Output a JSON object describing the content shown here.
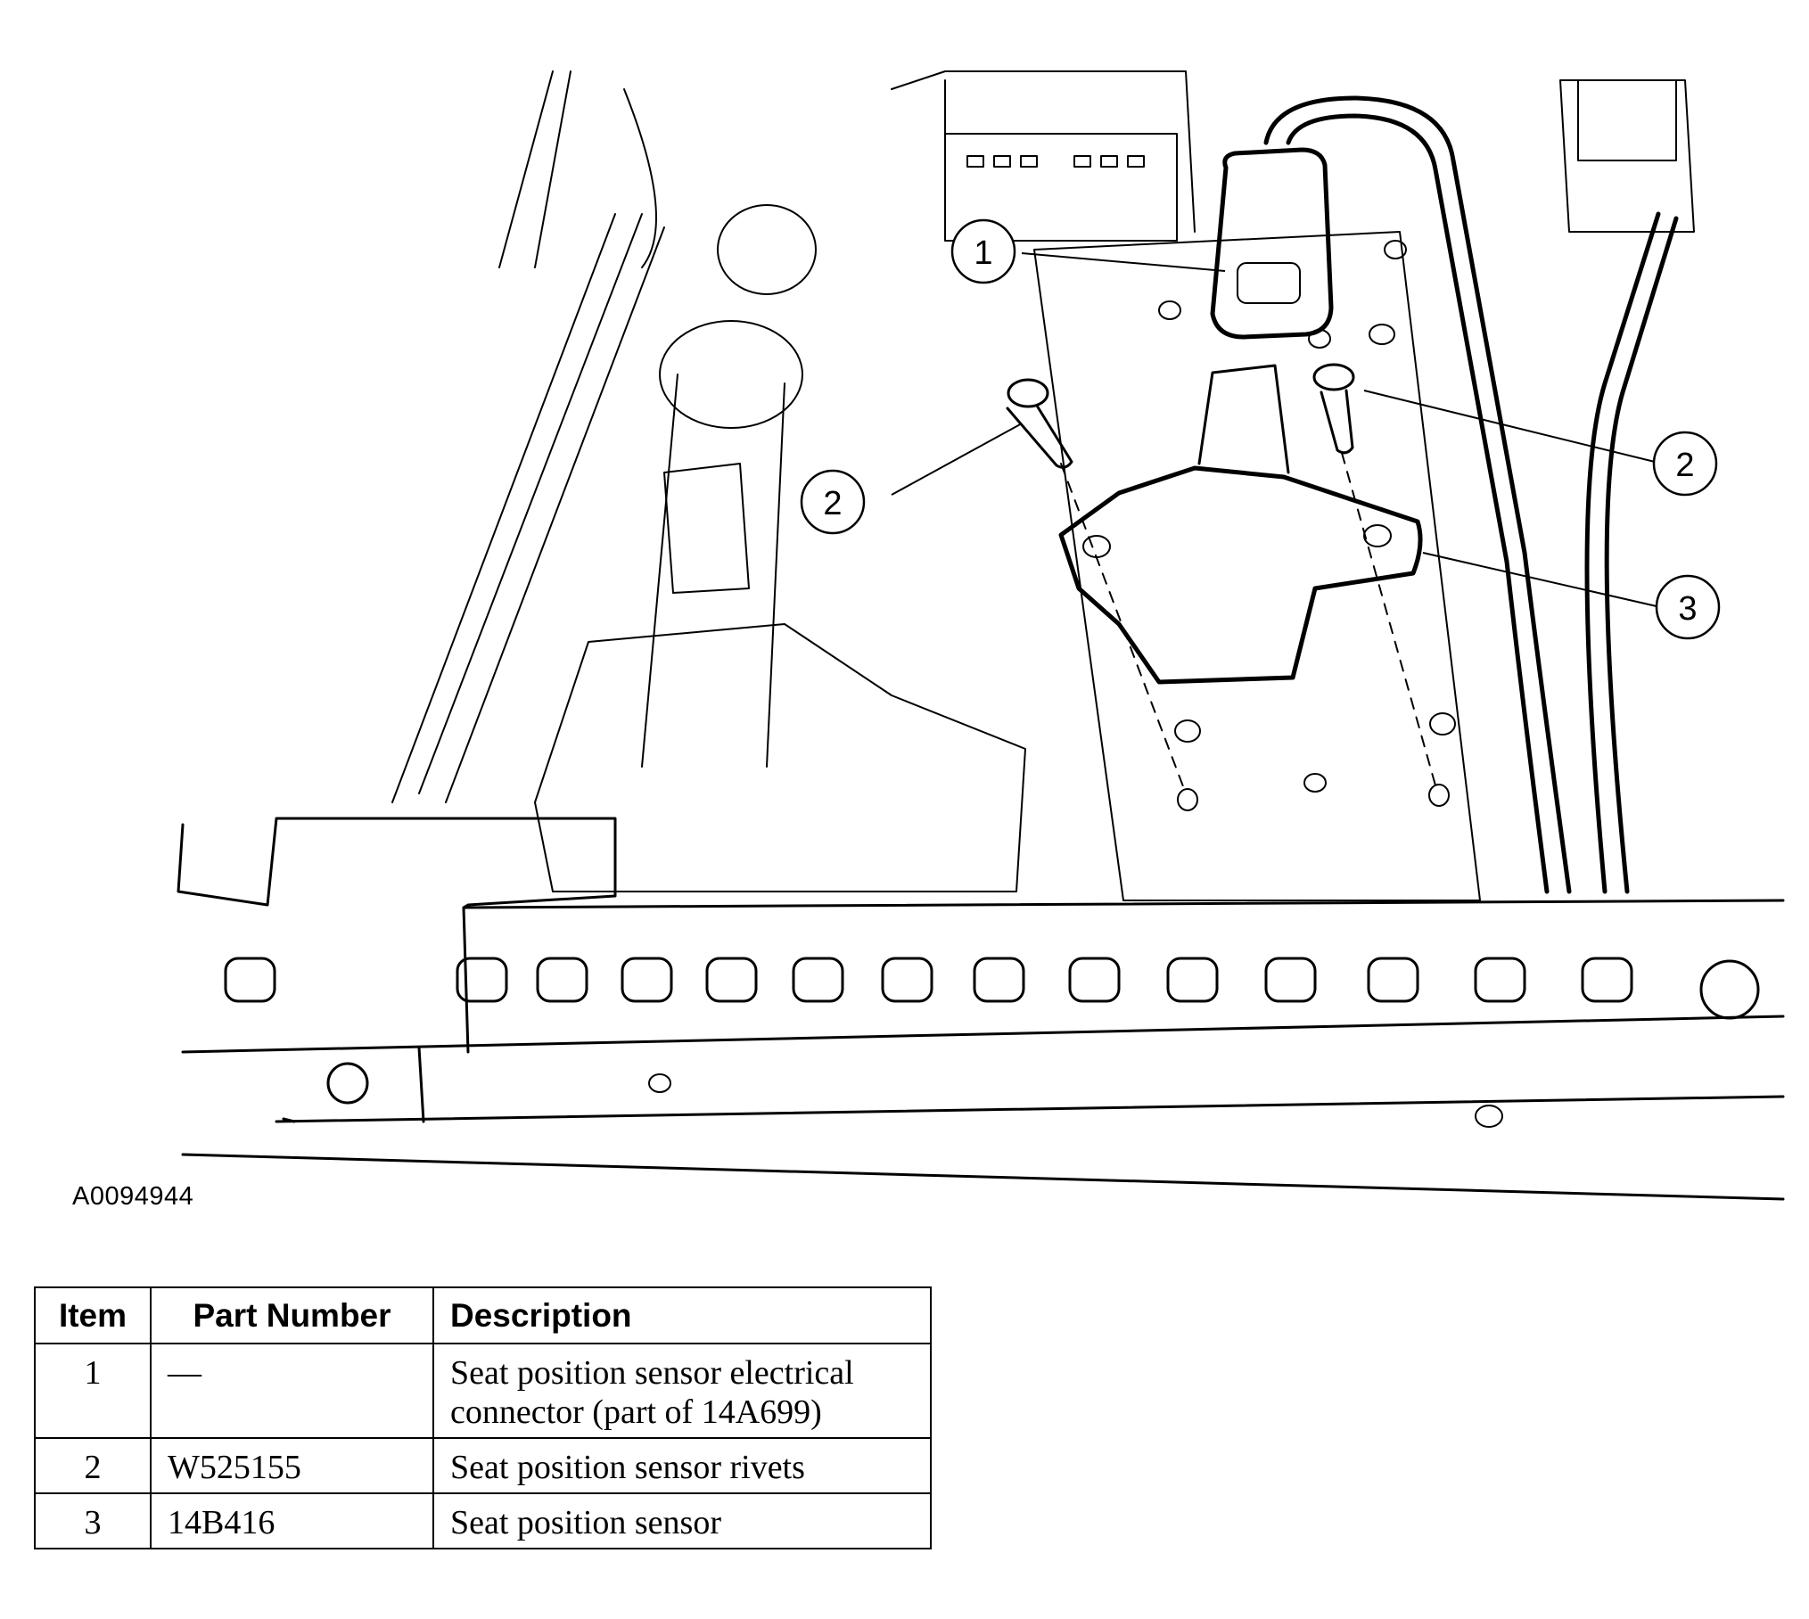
{
  "figure": {
    "id": "A0094944",
    "callouts": [
      "1",
      "2",
      "2",
      "3"
    ]
  },
  "table": {
    "headers": {
      "item": "Item",
      "part_number": "Part Number",
      "description": "Description"
    },
    "rows": [
      {
        "item": "1",
        "part_number": "—",
        "description": "Seat position sensor electrical connector (part of 14A699)"
      },
      {
        "item": "2",
        "part_number": "W525155",
        "description": "Seat position sensor rivets"
      },
      {
        "item": "3",
        "part_number": "14B416",
        "description": "Seat position sensor"
      }
    ]
  }
}
